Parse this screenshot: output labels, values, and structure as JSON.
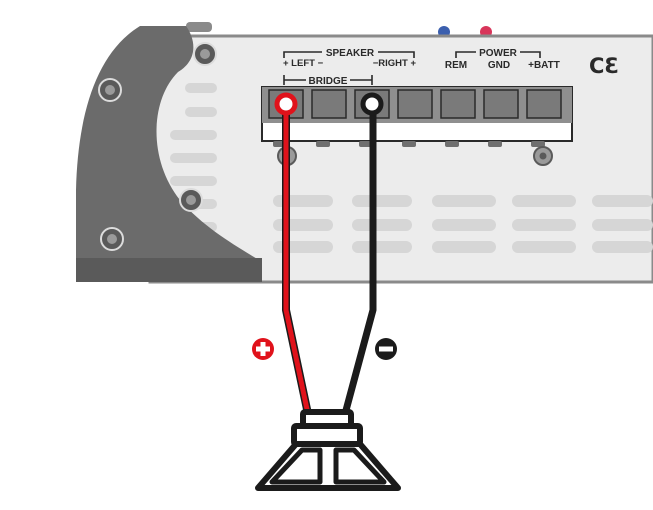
{
  "labels": {
    "speaker": "SPEAKER",
    "left": "+ LEFT −",
    "right": "−RIGHT +",
    "bridge": "BRIDGE",
    "power": "POWER",
    "rem": "REM",
    "gnd": "GND",
    "batt": "+BATT",
    "ce_mark": "CƐ"
  },
  "polarity": {
    "positive": "+",
    "negative": "−"
  },
  "colors": {
    "positive_wire": "#e0121b",
    "negative_wire": "#1b1b1b",
    "amp_panel": "#ececec",
    "amp_side": "#6b6b6b",
    "heatsink": "#d6d6d6",
    "terminal": "#8f8f8f"
  },
  "icons": [
    "screw-icon",
    "plus-badge-icon",
    "minus-badge-icon",
    "speaker-icon"
  ]
}
